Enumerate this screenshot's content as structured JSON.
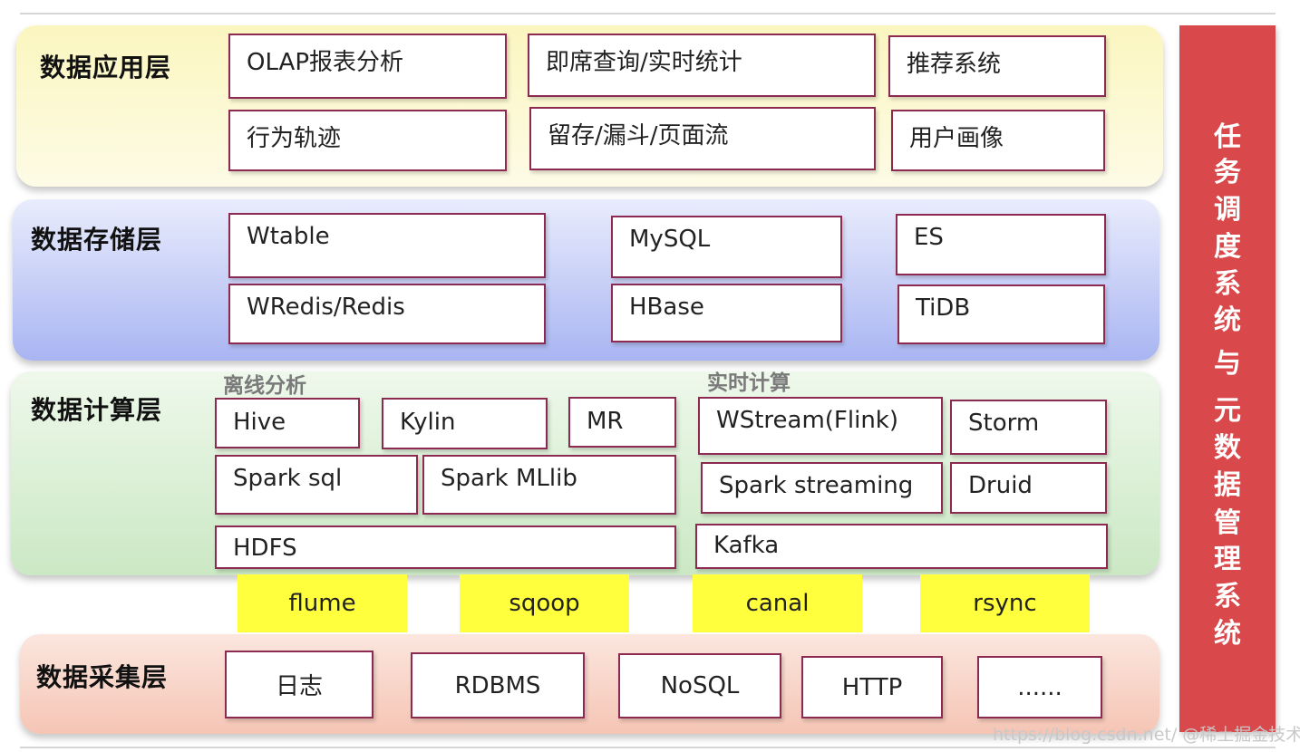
{
  "layers": {
    "application": {
      "title": "数据应用层",
      "items": [
        "OLAP报表分析",
        "即席查询/实时统计",
        "推荐系统",
        "行为轨迹",
        "留存/漏斗/页面流",
        "用户画像"
      ]
    },
    "storage": {
      "title": "数据存储层",
      "items": [
        "Wtable",
        "MySQL",
        "ES",
        "WRedis/Redis",
        "HBase",
        "TiDB"
      ]
    },
    "compute": {
      "title": "数据计算层",
      "offline_label": "离线分析",
      "realtime_label": "实时计算",
      "offline_items": [
        "Hive",
        "Kylin",
        "MR",
        "Spark sql",
        "Spark MLlib",
        "HDFS"
      ],
      "realtime_items": [
        "WStream(Flink)",
        "Storm",
        "Spark streaming",
        "Druid",
        "Kafka"
      ]
    },
    "collection": {
      "title": "数据采集层",
      "items": [
        "日志",
        "RDBMS",
        "NoSQL",
        "HTTP",
        "......"
      ]
    }
  },
  "ingestion_tools": [
    "flume",
    "sqoop",
    "canal",
    "rsync"
  ],
  "sidebar": {
    "chars": [
      "任",
      "务",
      "调",
      "度",
      "系",
      "统",
      "与",
      "元",
      "数",
      "据",
      "管",
      "理",
      "系",
      "统"
    ]
  },
  "watermark": "https://blog.csdn.net/ @稀土掘金技术社区",
  "colors": {
    "application_bg": "#fbf6c6",
    "storage_bg": "#b8c2f4",
    "compute_bg": "#d6eed1",
    "collection_bg": "#f7cfc2",
    "box_border": "#8c2a52",
    "tool_bg": "#ffff3d",
    "sidebar_bg": "#d9484a"
  }
}
